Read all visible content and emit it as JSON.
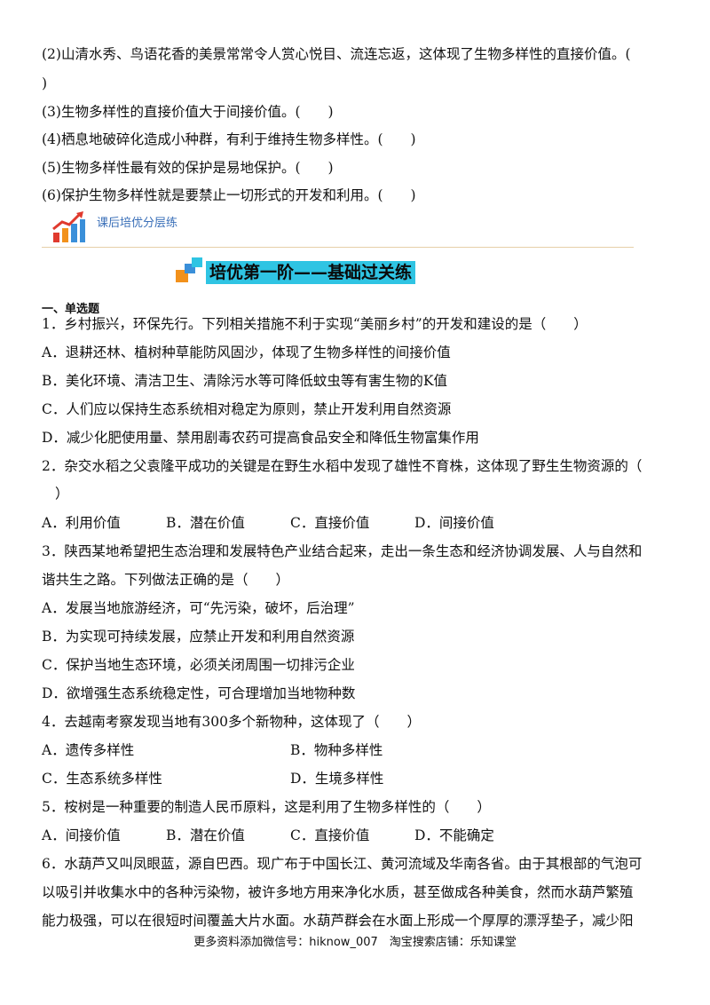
{
  "judgments": [
    "(2)山清水秀、鸟语花香的美景常常令人赏心悦目、流连忘返，这体现了生物多样性的直接价值。(",
    ")",
    "(3)生物多样性的直接价值大于间接价值。(　　)",
    "(4)栖息地破碎化造成小种群，有利于维持生物多样性。(　　)",
    "(5)生物多样性最有效的保护是易地保护。(　　)",
    "(6)保护生物多样性就是要禁止一切形式的开发和利用。(　　)"
  ],
  "section_label": "课后培优分层练",
  "banner_title": "培优第一阶——基础过关练",
  "heading": "一、单选题",
  "q1": {
    "stem": "1．乡村振兴，环保先行。下列相关措施不利于实现“美丽乡村”的开发和建设的是（　　）",
    "options": [
      "A．退耕还林、植树种草能防风固沙，体现了生物多样性的间接价值",
      "B．美化环境、清洁卫生、清除污水等可降低蚊虫等有害生物的K值",
      "C．人们应以保持生态系统相对稳定为原则，禁止开发利用自然资源",
      "D．减少化肥使用量、禁用剧毒农药可提高食品安全和降低生物富集作用"
    ]
  },
  "q2": {
    "stem1": "2．杂交水稻之父袁隆平成功的关键是在野生水稻中发现了雄性不育株，这体现了野生生物资源的（",
    "stem2": "）",
    "options": [
      "A．利用价值",
      "B．潜在价值",
      "C．直接价值",
      "D．间接价值"
    ]
  },
  "q3": {
    "stem1": "3．陕西某地希望把生态治理和发展特色产业结合起来，走出一条生态和经济协调发展、人与自然和",
    "stem2": "谐共生之路。下列做法正确的是（　　）",
    "options": [
      "A．发展当地旅游经济，可“先污染，破坏，后治理”",
      "B．为实现可持续发展，应禁止开发和利用自然资源",
      "C．保护当地生态环境，必须关闭周围一切排污企业",
      "D．欲增强生态系统稳定性，可合理增加当地物种数"
    ]
  },
  "q4": {
    "stem": "4．去越南考察发现当地有300多个新物种，这体现了（　　）",
    "options": [
      "A．遗传多样性",
      "B．物种多样性",
      "C．生态系统多样性",
      "D．生境多样性"
    ]
  },
  "q5": {
    "stem": "5．桉树是一种重要的制造人民币原料，这是利用了生物多样性的（　　）",
    "options": [
      "A．间接价值",
      "B．潜在价值",
      "C．直接价值",
      "D．不能确定"
    ]
  },
  "q6": {
    "lines": [
      "6．水葫芦又叫凤眼蓝，源自巴西。现广布于中国长江、黄河流域及华南各省。由于其根部的气泡可",
      "以吸引并收集水中的各种污染物，被许多地方用来净化水质，甚至做成各种美食，然而水葫芦繁殖",
      "能力极强，可以在很短时间覆盖大片水面。水葫芦群会在水面上形成一个厚厚的漂浮垫子，减少阳"
    ]
  },
  "footer": "更多资料添加微信号：hiknow_007　淘宝搜索店铺：乐知课堂",
  "colors": {
    "banner_bg": "#2fc4e3",
    "label": "#3a6fb8",
    "divider": "#e6cfa8",
    "icon_red": "#e03a2e",
    "icon_blue": "#3a8fd9",
    "icon_orange": "#f2911b"
  }
}
